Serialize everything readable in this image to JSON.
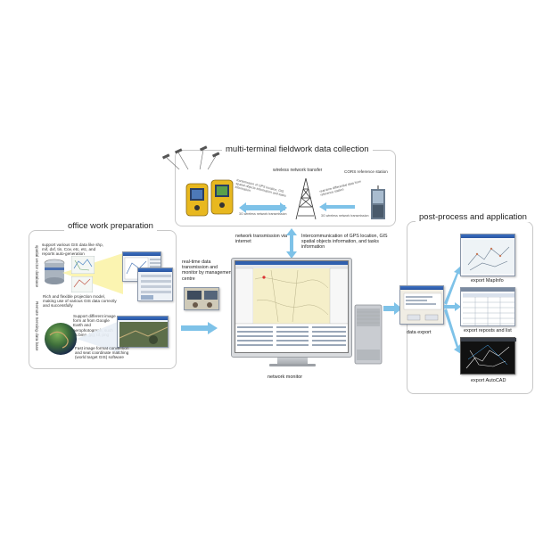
{
  "fieldwork": {
    "title": "multi-terminal fieldwork data collection",
    "wireless_label": "wireless network transfer",
    "cors_label": "CORS reference station",
    "gps_transmission_text": "transmission of GPS location, GIS spatial objects information and tasks information",
    "diff_data_text": "real-time differential data from reference station",
    "access_text": "3G wireless network transmission",
    "access_text2": "3G wireless network transmission"
  },
  "network": {
    "transmission_label": "network transmission via internet",
    "intercommunication_label": "Intercommunication of GPS location, GIS spatial objects information, and tasks information",
    "realtime_label": "real-time data transmission and monitor by management centre",
    "monitor_label": "network monitor"
  },
  "office": {
    "title": "office work preparation",
    "side_label_top": "spatial vector database",
    "side_label_bottom": "Remote Sensing data base",
    "text_support_formats": "support various GIS data like shp, mif, dxf, tin, Cov, etc, etc, and reports auto-generation",
    "text_projection": "Rich and flexible projection model, making use of various GIS data correctly and successfully",
    "text_image_formats": "Support different image form at from Google Earth and aerophotograph, such as bmp, jpg, tif, png",
    "text_conversion": "Fast image format conversion and seat coordinate matching (world target GIS) software"
  },
  "post": {
    "title": "post-process and application",
    "export_label": "data export",
    "mapinfo_label": "export MapInfo",
    "reports_label": "export reposts and list",
    "autocad_label": "export AutoCAD"
  },
  "colors": {
    "arrow": "#7ec2e8",
    "panel_border": "#c8c8c8",
    "gps_body": "#e8b81f"
  }
}
